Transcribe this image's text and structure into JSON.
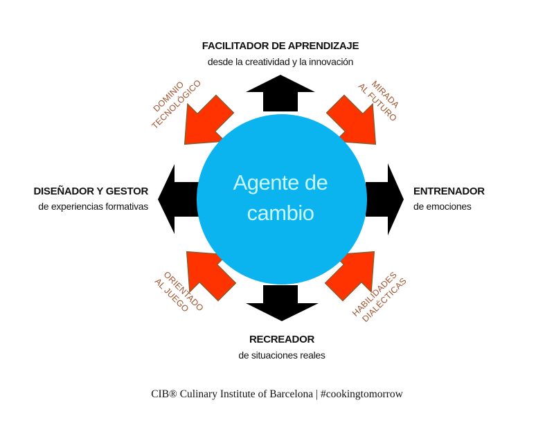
{
  "colors": {
    "center_fill": "#0bb4ef",
    "center_text": "#c8f6ff",
    "role_arrow": "#000000",
    "skill_arrow_fill": "#ff3300",
    "skill_arrow_outline": "#8b5a2b",
    "skill_text": "#a0522d",
    "text": "#111111"
  },
  "center": {
    "line1": "Agente de",
    "line2": "cambio"
  },
  "roles": {
    "top": {
      "title": "FACILITADOR DE APRENDIZAJE",
      "subtitle": "desde la creatividad y la innovación"
    },
    "right": {
      "title": "ENTRENADOR",
      "subtitle": "de emociones"
    },
    "bottom": {
      "title": "RECREADOR",
      "subtitle": "de situaciones reales"
    },
    "left": {
      "title": "DISEÑADOR Y GESTOR",
      "subtitle": "de experiencias formativas"
    }
  },
  "skills": {
    "top_left": {
      "line1": "DOMINIO",
      "line2": "TECNOLÓGICO"
    },
    "top_right": {
      "line1": "MIRADA",
      "line2": "AL FUTURO"
    },
    "bottom_left": {
      "line1": "ORIENTADO",
      "line2": "AL JUEGO"
    },
    "bottom_right": {
      "line1": "HABILIDADES",
      "line2": "DIALÉCTICAS"
    }
  },
  "footer": {
    "text": "CIB® Culinary Institute of Barcelona | #cookingtomorrow"
  }
}
